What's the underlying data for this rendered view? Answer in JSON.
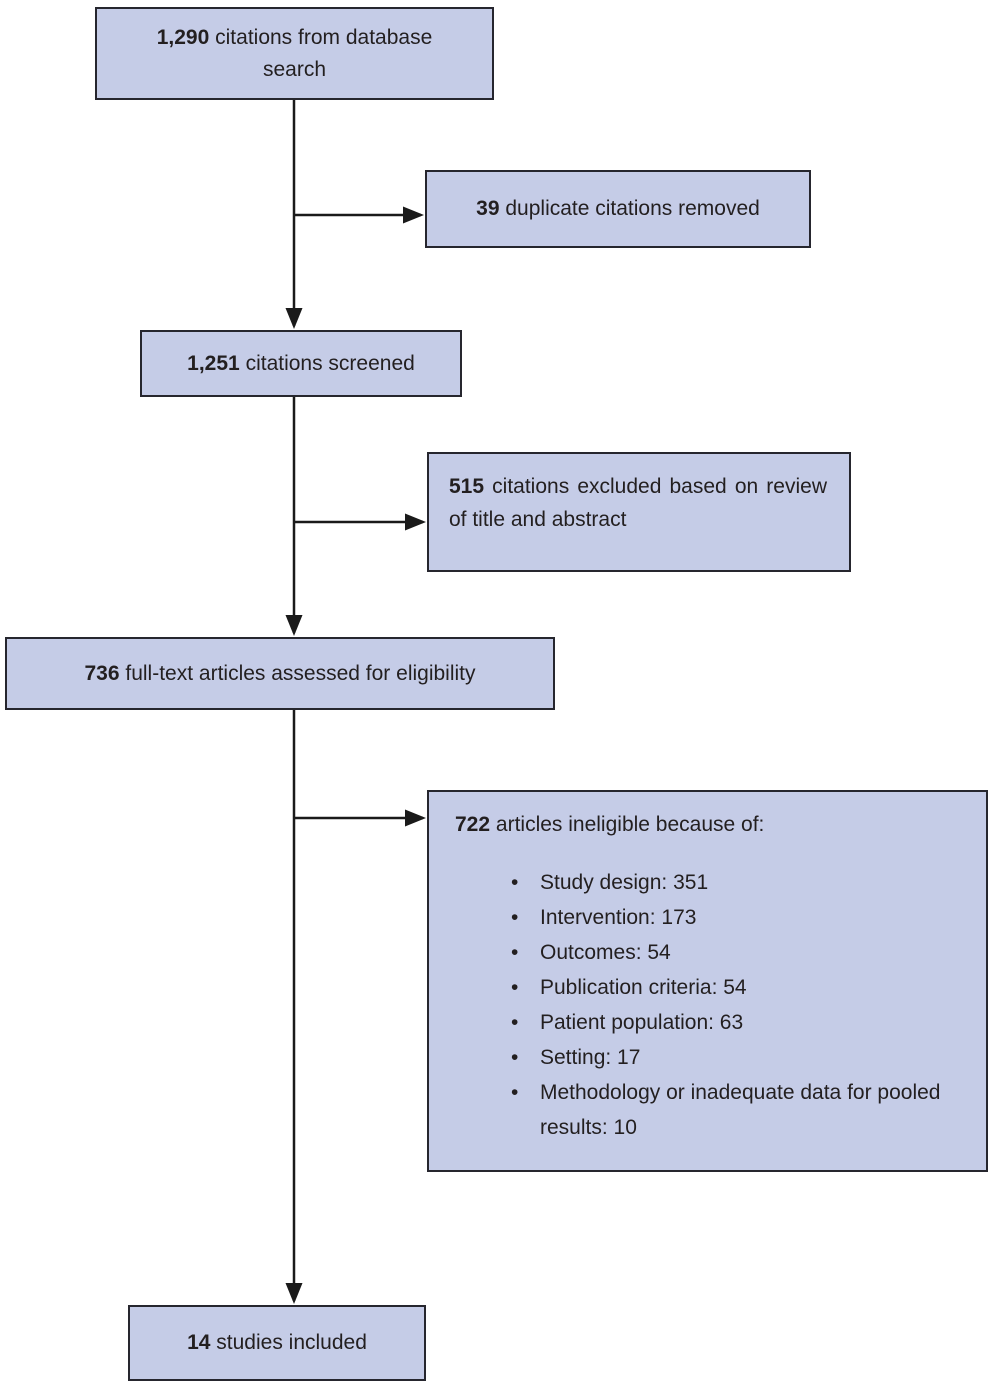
{
  "diagram": {
    "title": "study-selection-flow",
    "colors": {
      "box_fill": "#c5cce7",
      "box_border": "#26262e",
      "arrow": "#1a1a1a",
      "text": "#231f20",
      "background": "#ffffff"
    },
    "boxes": {
      "database_search": {
        "count": "1,290",
        "label": "citations from database search"
      },
      "duplicates_removed": {
        "count": "39",
        "label": "duplicate citations removed"
      },
      "citations_screened": {
        "count": "1,251",
        "label": "citations screened"
      },
      "excluded_title_abstract": {
        "count": "515",
        "label": "citations excluded based on review of title and abstract"
      },
      "fulltext_assessed": {
        "count": "736",
        "label": "full-text articles assessed for eligibility"
      },
      "articles_ineligible": {
        "count": "722",
        "label": "articles ineligible because of:",
        "reasons": [
          "Study design: 351",
          "Intervention: 173",
          "Outcomes: 54",
          "Publication criteria: 54",
          "Patient population: 63",
          "Setting: 17",
          "Methodology or inadequate data for pooled results: 10"
        ]
      },
      "studies_included": {
        "count": "14",
        "label": "studies included"
      }
    }
  }
}
